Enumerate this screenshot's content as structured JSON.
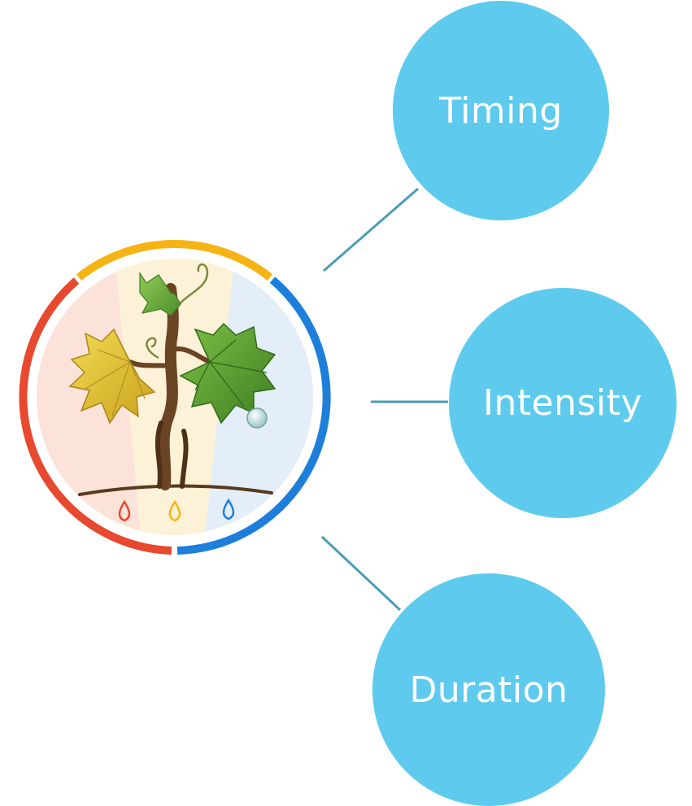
{
  "diagram": {
    "center_icon": "grapevine-stress-icon",
    "nodes": [
      {
        "label": "Timing"
      },
      {
        "label": "Intensity"
      },
      {
        "label": "Duration"
      }
    ],
    "colors": {
      "node_fill": "#5ECBEE",
      "node_text": "#FFFFFF",
      "connector": "#4A9DB5",
      "ring_red": "#E8482E",
      "ring_yellow": "#F6B414",
      "ring_blue": "#1E7FDB",
      "leaf_yellow": "#E3C22F",
      "leaf_green": "#4F9A2E",
      "trunk": "#6B4423"
    }
  }
}
